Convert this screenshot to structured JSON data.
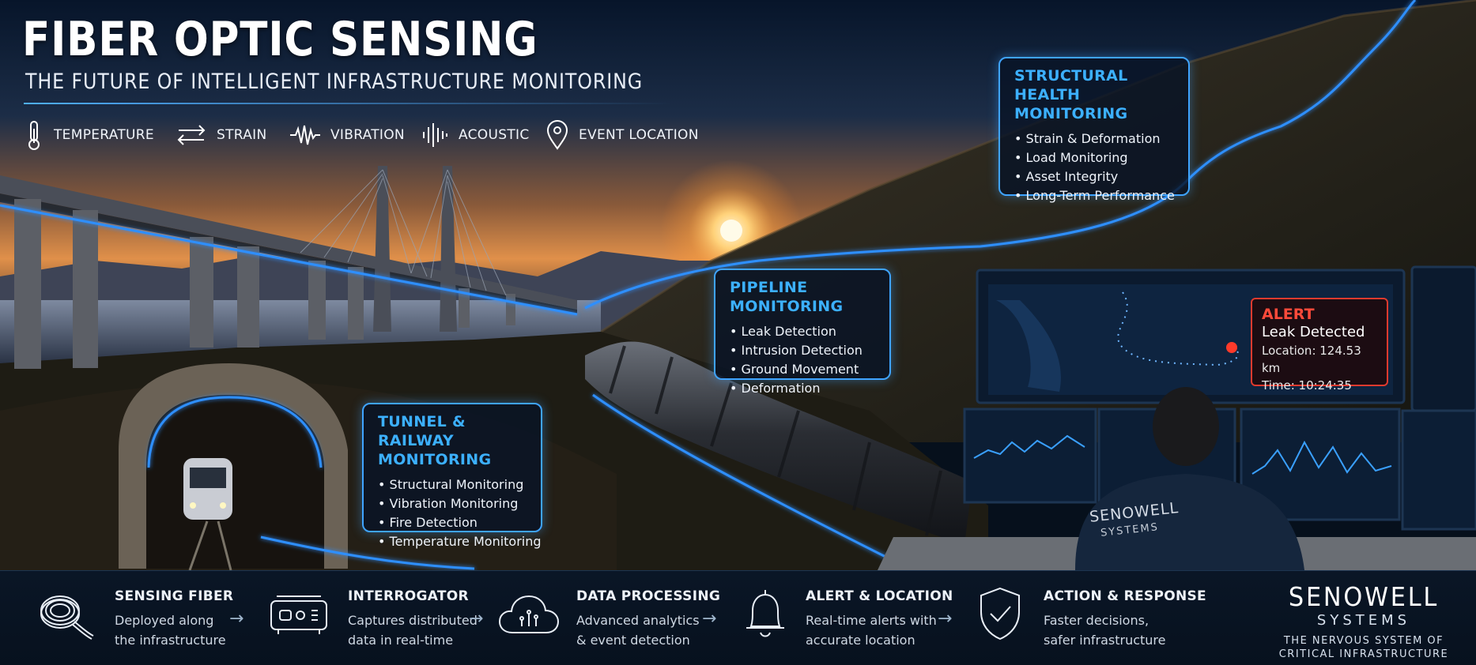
{
  "title": "FIBER OPTIC SENSING",
  "subtitle": "THE FUTURE OF INTELLIGENT INFRASTRUCTURE MONITORING",
  "features": [
    {
      "label": "TEMPERATURE",
      "icon": "thermometer-icon"
    },
    {
      "label": "STRAIN",
      "icon": "double-arrow-icon"
    },
    {
      "label": "VIBRATION",
      "icon": "waveform-icon"
    },
    {
      "label": "ACOUSTIC",
      "icon": "sound-bars-icon"
    },
    {
      "label": "EVENT LOCATION",
      "icon": "map-pin-icon"
    }
  ],
  "callouts": {
    "structural": {
      "title": "STRUCTURAL HEALTH MONITORING",
      "items": [
        "Strain & Deformation",
        "Load Monitoring",
        "Asset Integrity",
        "Long-Term Performance"
      ]
    },
    "pipeline": {
      "title": "PIPELINE MONITORING",
      "items": [
        "Leak Detection",
        "Intrusion Detection",
        "Ground Movement",
        "Deformation"
      ]
    },
    "tunnel": {
      "title": "TUNNEL & RAILWAY MONITORING",
      "items": [
        "Structural Monitoring",
        "Vibration Monitoring",
        "Fire Detection",
        "Temperature Monitoring"
      ]
    }
  },
  "alert": {
    "heading": "ALERT",
    "message": "Leak Detected",
    "location": "Location: 124.53 km",
    "time": "Time: 10:24:35"
  },
  "operator_jacket": {
    "brand": "SENOWELL",
    "sub": "SYSTEMS"
  },
  "workflow": [
    {
      "title": "SENSING FIBER",
      "desc1": "Deployed along",
      "desc2": "the infrastructure",
      "icon": "fiber-coil-icon"
    },
    {
      "title": "INTERROGATOR",
      "desc1": "Captures distributed",
      "desc2": "data in real-time",
      "icon": "interrogator-device-icon"
    },
    {
      "title": "DATA PROCESSING",
      "desc1": "Advanced analytics",
      "desc2": "& event detection",
      "icon": "cloud-analytics-icon"
    },
    {
      "title": "ALERT & LOCATION",
      "desc1": "Real-time alerts with",
      "desc2": "accurate location",
      "icon": "bell-icon"
    },
    {
      "title": "ACTION & RESPONSE",
      "desc1": "Faster decisions,",
      "desc2": "safer infrastructure",
      "icon": "shield-check-icon"
    }
  ],
  "brand": {
    "name": "SENOWELL",
    "sub": "SYSTEMS",
    "tagline1": "THE NERVOUS SYSTEM OF",
    "tagline2": "CRITICAL INFRASTRUCTURE"
  },
  "colors": {
    "accent": "#3cb0ff",
    "fiber_glow": "#2f8fff",
    "alert": "#e03a2e",
    "background": "#06101c"
  }
}
